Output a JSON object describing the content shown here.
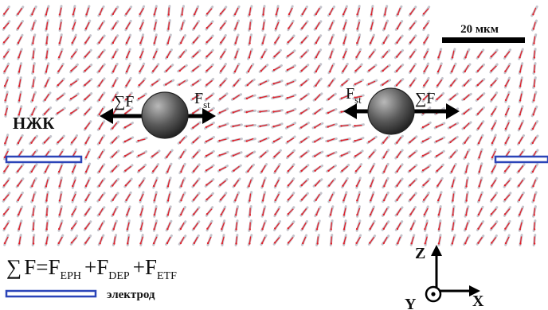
{
  "scale_bar": {
    "label": "20 мкм"
  },
  "labels": {
    "lc": "НЖК",
    "sum_f": "∑F",
    "f_st": "F",
    "f_st_sub": "st"
  },
  "formula": {
    "sum": "∑",
    "f": "F",
    "equals": "=",
    "plus": "+",
    "sub_eph": "EPH",
    "sub_dep": "DEP",
    "sub_etf": "ETF"
  },
  "legend": {
    "electrode_label": "электрод"
  },
  "axes": {
    "z": "Z",
    "x": "X",
    "y": "Y"
  },
  "colors": {
    "director": "#c4c4cc",
    "arrow": "#e0202a",
    "electrode": "#2b44b8",
    "particle_dark": "#1e1e1e",
    "particle_light": "#9a9a9a"
  }
}
